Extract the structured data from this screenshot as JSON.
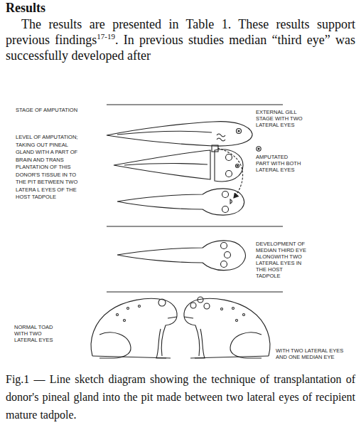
{
  "diagram": {
    "title": "Results",
    "caption": "Fig.1 — Line sketch diagram showing the technique of transplantation of donor's pineal gland into the pit made between two lateral eyes of recipient mature tadpole.",
    "labels": [
      "The results are presented in Table 1. These results support previous findings",
      "17-19",
      ". In previous studies median “third eye” was successfully developed after",
      "STAGE OF AMPUTATION",
      "EXTERNAL GILL STAGE WITH TWO LATERAL EYES",
      "LEVEL OF AMPUTATION; TAKING OUT PINEAL GLAND WITH A PART OF BRAIN AND TRANS PLANTATION OF THIS DONOR'S TISSUE IN TO THE PIT BETWEEN TWO LATERA L EYES OF THE HOST TADPOLE",
      "AMPUTATED PART WITH BOTH LATERAL EYES",
      "DEVELOPMENT OF MEDIAN THIRD EYE ALONGWITH TWO LATERAL EYES IN THE HOST TADPOLE",
      "NORMAL TOAD WITH TWO LATERAL EYES",
      "WITH TWO LATERAL EYES AND ONE MEDIAN EYE"
    ]
  }
}
